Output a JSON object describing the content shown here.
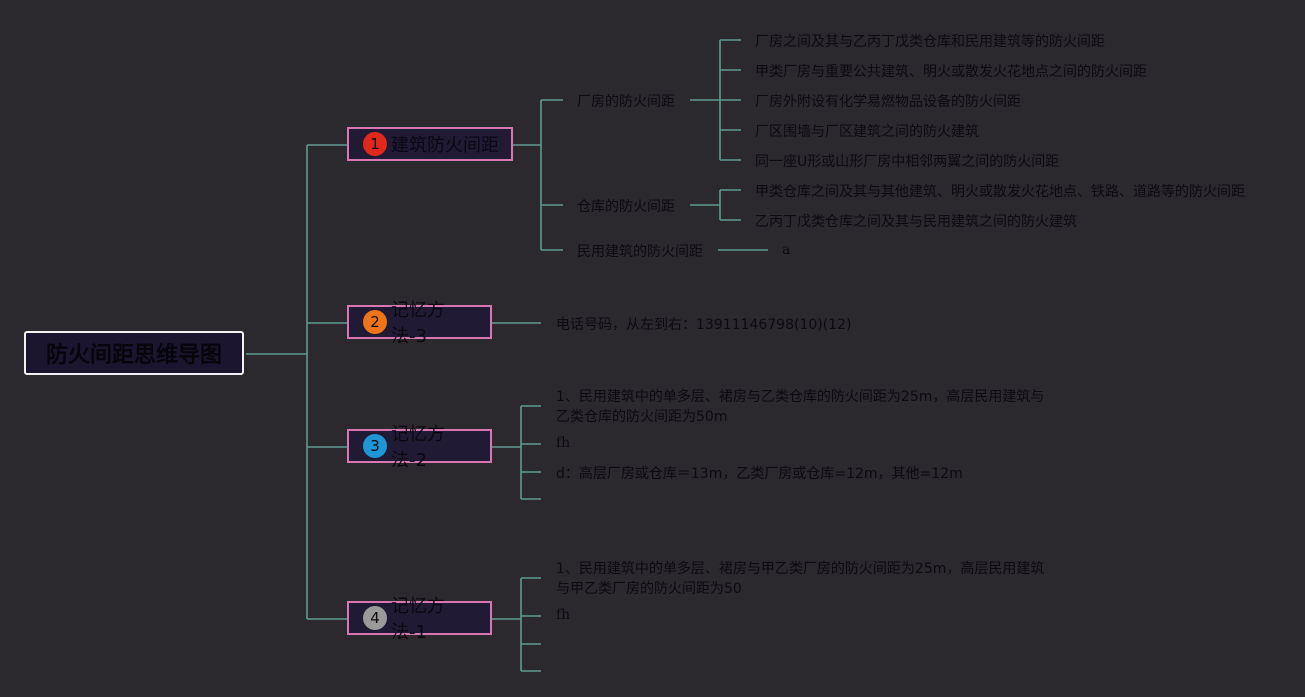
{
  "colors": {
    "background": "#2b282e",
    "connector": "#5f9a92",
    "branch_border": "#d776b0",
    "root_border": "#f2f2f2",
    "badge_1": "#e0281c",
    "badge_2": "#ee7419",
    "badge_3": "#1f95d6",
    "badge_4": "#9a9a9a"
  },
  "root": {
    "title": "防火间距思维导图"
  },
  "branches": [
    {
      "badge": "1",
      "label": "建筑防火间距"
    },
    {
      "badge": "2",
      "label": "记忆方法-3"
    },
    {
      "badge": "3",
      "label": "记忆方法-2"
    },
    {
      "badge": "4",
      "label": "记忆方法-1"
    }
  ],
  "b1": {
    "subs": [
      "厂房的防火间距",
      "仓库的防火间距",
      "民用建筑的防火间距"
    ],
    "factory_leaves": [
      "厂房之间及其与乙丙丁戊类仓库和民用建筑等的防火间距",
      "甲类厂房与重要公共建筑、明火或散发火花地点之间的防火间距",
      "厂房外附设有化学易燃物品设备的防火间距",
      "厂区围墙与厂区建筑之间的防火建筑",
      "同一座U形或山形厂房中相邻两翼之间的防火间距"
    ],
    "warehouse_leaves": [
      "甲类仓库之间及其与其他建筑、明火或散发火花地点、铁路、道路等的防火间距",
      "乙丙丁戊类仓库之间及其与民用建筑之间的防火建筑"
    ],
    "civil_leaf": "a"
  },
  "b2": {
    "leaf": "电话号码，从左到右：13911146798(10)(12)"
  },
  "b3": {
    "leaves": [
      "1、民用建筑中的单多层、裙房与乙类仓库的防火间距为25m，高层民用建筑与乙类仓库的防火间距为50m",
      "fh",
      "d：高层厂房或仓库＝13m，乙类厂房或仓库=12m，其他=12m"
    ]
  },
  "b4": {
    "leaves": [
      "1、民用建筑中的单多层、裙房与甲乙类厂房的防火间距为25m，高层民用建筑与甲乙类厂房的防火间距为50",
      "fh"
    ]
  }
}
